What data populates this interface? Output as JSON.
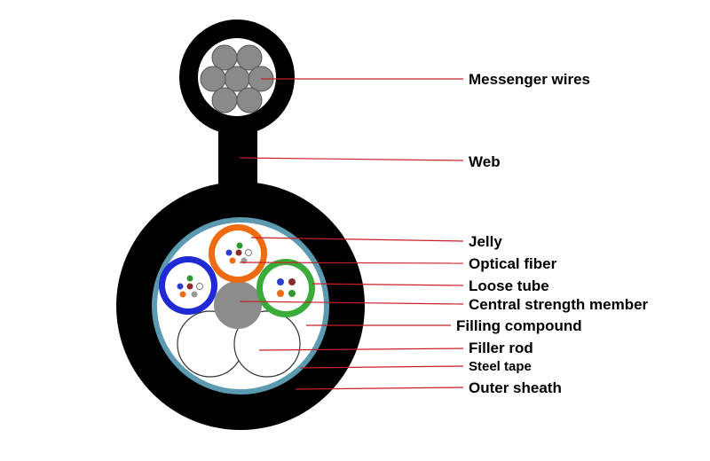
{
  "labels": {
    "messenger_wires": "Messenger wires",
    "web": "Web",
    "jelly": "Jelly",
    "optical_fiber": "Optical fiber",
    "loose_tube": "Loose tube",
    "central_strength_member": "Central strength member",
    "filling_compound": "Filling compound",
    "filler_rod": "Filler rod",
    "steel_tape": "Steel tape",
    "outer_sheath": "Outer sheath"
  },
  "colors": {
    "sheath": "#000000",
    "steel_tape": "#5b9ab0",
    "filling_compound": "#ffffff",
    "messenger_wire": "#8a8a8a",
    "central_member": "#8c8c8c",
    "tube_blue": "#1f29d6",
    "tube_orange": "#ee6b12",
    "tube_green": "#3aab3a",
    "leader_line": "#c8202a"
  }
}
